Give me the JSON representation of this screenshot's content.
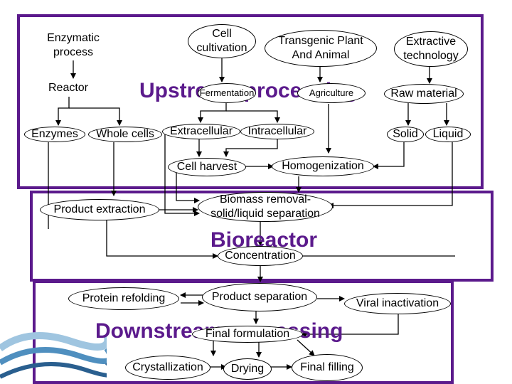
{
  "colors": {
    "frame": "#5b1a8c",
    "section_title": "#5b1a8c",
    "line": "#000000"
  },
  "sections": {
    "upstream": "Upstream processing",
    "bioreactor": "Bioreactor",
    "downstream": "Downstream processing"
  },
  "nodes": {
    "enzymatic_process": "Enzymatic\nprocess",
    "cell_cultivation": "Cell\ncultivation",
    "transgenic": "Transgenic Plant\nAnd Animal",
    "extractive_technology": "Extractive\ntechnology",
    "reactor": "Reactor",
    "fermentation": "Fermentation",
    "agriculture": "Agriculture",
    "raw_material": "Raw material",
    "enzymes": "Enzymes",
    "whole_cells": "Whole cells",
    "extracellular": "Extracellular",
    "intracellular": "Intracellular",
    "solid": "Solid",
    "liquid": "Liquid",
    "cell_harvest": "Cell harvest",
    "homogenization": "Homogenization",
    "product_extraction": "Product extraction",
    "biomass_removal": "Biomass removal-\nsolid/liquid separation",
    "concentration": "Concentration",
    "protein_refolding": "Protein refolding",
    "product_separation": "Product separation",
    "viral_inactivation": "Viral inactivation",
    "final_formulation": "Final formulation",
    "crystallization": "Crystallization",
    "drying": "Drying",
    "final_filling": "Final filling"
  }
}
